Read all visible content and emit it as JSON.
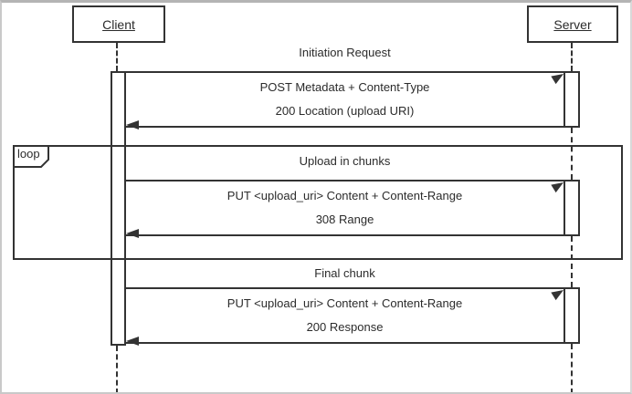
{
  "diagram": {
    "type": "uml-sequence-diagram",
    "actors": {
      "client": "Client",
      "server": "Server"
    },
    "fragment": {
      "label": "loop"
    },
    "exchanges": {
      "initiation": {
        "label": "Initiation Request",
        "request": "POST Metadata + Content-Type",
        "response": "200 Location (upload URI)"
      },
      "loop_chunk": {
        "label": "Upload in chunks",
        "request": "PUT <upload_uri> Content + Content-Range",
        "response": "308 Range"
      },
      "final_chunk": {
        "label": "Final chunk",
        "request": "PUT <upload_uri> Content + Content-Range",
        "response": "200 Response"
      }
    },
    "colors": {
      "line": "#333333",
      "text": "#2b2b2b",
      "background": "#ffffff",
      "outer_border": "#c9c9c9"
    }
  }
}
